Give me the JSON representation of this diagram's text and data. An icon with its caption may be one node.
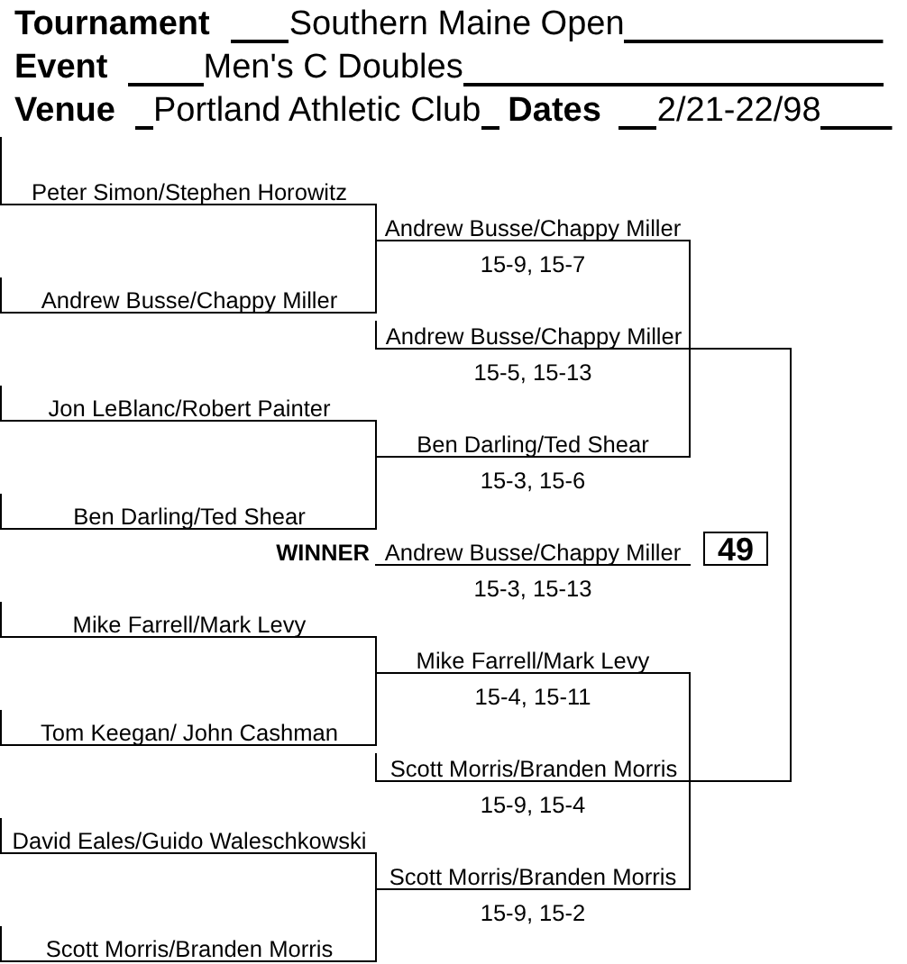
{
  "diagram": {
    "nodes": [
      {
        "text": [
          "Peter Simon/Stephen Horowitz"
        ]
      },
      {
        "text": [
          "Andrew Busse/Chappy Miller"
        ],
        "beside": [
          "15-9, 15-7"
        ]
      },
      {
        "text": [
          "Andrew Busse/Chappy Miller"
        ]
      },
      {
        "text": [
          "Andrew Busse/Chappy Miller"
        ],
        "beside": [
          "15-5, 15-13"
        ]
      },
      {
        "text": [
          "Jon LeBlanc/Robert Painter"
        ]
      },
      {
        "text": [
          "Ben Darling/Ted Shear"
        ],
        "beside": [
          "15-3, 15-6"
        ]
      },
      {
        "text": [
          "Ben Darling/Ted Shear"
        ]
      },
      {
        "text": [
          "WINNER",
          "Andrew Busse/Chappy Miller"
        ],
        "beside": [
          "15-3, 15-13"
        ]
      },
      {
        "text": [
          "49"
        ]
      },
      {
        "text": [
          "Mike Farrell/Mark Levy"
        ]
      },
      {
        "text": [
          "Mike Farrell/Mark Levy"
        ],
        "beside": [
          "15-4, 15-11"
        ]
      },
      {
        "text": [
          "Tom Keegan/ John Cashman"
        ]
      },
      {
        "text": [
          "Scott Morris/Branden Morris"
        ],
        "beside": [
          "15-9, 15-4"
        ]
      },
      {
        "text": [
          "David Eales/Guido Waleschkowski"
        ]
      },
      {
        "text": [
          "Scott Morris/Branden Morris"
        ],
        "beside": [
          "15-9, 15-2"
        ]
      },
      {
        "text": [
          "Scott Morris/Branden Morris"
        ]
      }
    ],
    "edges": [
      {
        "from": 0,
        "to": 1,
        "arrow": "none"
      },
      {
        "from": 2,
        "to": 1,
        "arrow": "none"
      },
      {
        "from": 1,
        "to": 3,
        "arrow": "none"
      },
      {
        "from": 5,
        "to": 3,
        "arrow": "none"
      },
      {
        "from": 4,
        "to": 5,
        "arrow": "none"
      },
      {
        "from": 6,
        "to": 5,
        "arrow": "none"
      },
      {
        "from": 3,
        "to": 12,
        "arrow": "none"
      },
      {
        "from": 9,
        "to": 10,
        "arrow": "none"
      },
      {
        "from": 11,
        "to": 10,
        "arrow": "none"
      },
      {
        "from": 10,
        "to": 12,
        "arrow": "none"
      },
      {
        "from": 14,
        "to": 12,
        "arrow": "none"
      },
      {
        "from": 13,
        "to": 14,
        "arrow": "none"
      },
      {
        "from": 15,
        "to": 14,
        "arrow": "none"
      }
    ],
    "labels": [
      "Tournament",
      "Southern Maine Open",
      "Event",
      "Men's C Doubles",
      "Venue",
      "Portland Athletic Club",
      "Dates",
      "2/21-22/98"
    ]
  }
}
